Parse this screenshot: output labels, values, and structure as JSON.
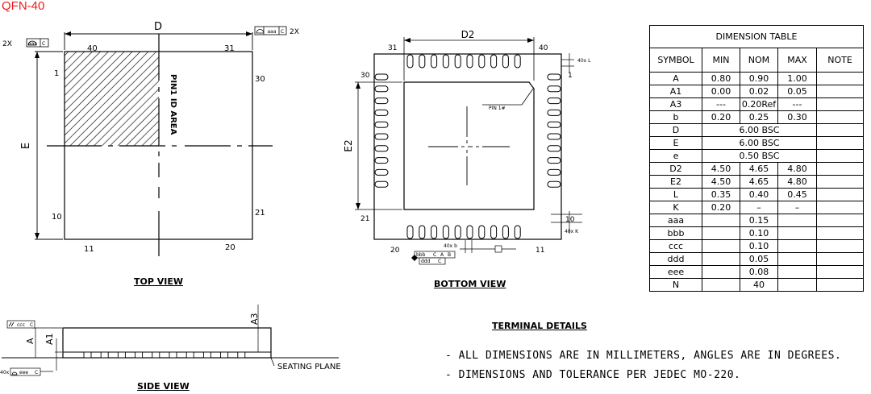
{
  "title": "QFN-40",
  "top_view": {
    "label": "TOP VIEW",
    "dim_d": "D",
    "dim_e": "E",
    "pin_id_area": "PIN1 ID AREA",
    "pins": {
      "p40": "40",
      "p31": "31",
      "p1": "1",
      "p30": "30",
      "p10": "10",
      "p21": "21",
      "p11": "11",
      "p20": "20"
    },
    "callout_left_count": "2X",
    "callout_left_tol": "aaa",
    "callout_left_ref": "C",
    "callout_right_count": "2X",
    "callout_right_tol": "aaa",
    "callout_right_ref": "C"
  },
  "bottom_view": {
    "label": "BOTTOM VIEW",
    "dim_d2": "D2",
    "dim_e2": "E2",
    "pin1": "PIN 1#",
    "pins": {
      "p31": "31",
      "p40": "40",
      "p30": "30",
      "p1": "1",
      "p21": "21",
      "p10": "10",
      "p20": "20",
      "p11": "11"
    },
    "l_callout": "40x L",
    "k_callout": "40x K",
    "b_callout": "40x b",
    "fcf_row1": [
      "bbb",
      "C",
      "A",
      "B"
    ],
    "fcf_row2": [
      "ddd",
      "C"
    ]
  },
  "side_view": {
    "label": "SIDE VIEW",
    "dim_a": "A",
    "dim_a1": "A1",
    "dim_a3": "A3",
    "seating_plane": "SEATING PLANE",
    "fcf_ccc": [
      "ccc",
      "C"
    ],
    "fcf_eee_count": "40x",
    "fcf_eee": [
      "eee",
      "C"
    ]
  },
  "dimension_table": {
    "caption": "DIMENSION TABLE",
    "headers": [
      "SYMBOL",
      "MIN",
      "NOM",
      "MAX",
      "NOTE"
    ],
    "rows": [
      {
        "symbol": "A",
        "min": "0.80",
        "nom": "0.90",
        "max": "1.00",
        "note": ""
      },
      {
        "symbol": "A1",
        "min": "0.00",
        "nom": "0.02",
        "max": "0.05",
        "note": ""
      },
      {
        "symbol": "A3",
        "min": "---",
        "nom": "0.20Ref",
        "max": "---",
        "note": ""
      },
      {
        "symbol": "b",
        "min": "0.20",
        "nom": "0.25",
        "max": "0.30",
        "note": ""
      },
      {
        "symbol": "D",
        "span": "6.00  BSC",
        "note": ""
      },
      {
        "symbol": "E",
        "span": "6.00  BSC",
        "note": ""
      },
      {
        "symbol": "e",
        "span": "0.50  BSC",
        "note": ""
      },
      {
        "symbol": "D2",
        "min": "4.50",
        "nom": "4.65",
        "max": "4.80",
        "note": ""
      },
      {
        "symbol": "E2",
        "min": "4.50",
        "nom": "4.65",
        "max": "4.80",
        "note": ""
      },
      {
        "symbol": "L",
        "min": "0.35",
        "nom": "0.40",
        "max": "0.45",
        "note": ""
      },
      {
        "symbol": "K",
        "min": "0.20",
        "nom": "–",
        "max": "–",
        "note": ""
      },
      {
        "symbol": "aaa",
        "min": "",
        "nom": "0.15",
        "max": "",
        "note": ""
      },
      {
        "symbol": "bbb",
        "min": "",
        "nom": "0.10",
        "max": "",
        "note": ""
      },
      {
        "symbol": "ccc",
        "min": "",
        "nom": "0.10",
        "max": "",
        "note": ""
      },
      {
        "symbol": "ddd",
        "min": "",
        "nom": "0.05",
        "max": "",
        "note": ""
      },
      {
        "symbol": "eee",
        "min": "",
        "nom": "0.08",
        "max": "",
        "note": ""
      },
      {
        "symbol": "N",
        "min": "",
        "nom": "40",
        "max": "",
        "note": ""
      }
    ]
  },
  "terminal_details": {
    "heading": "TERMINAL DETAILS",
    "notes": [
      "-  ALL DIMENSIONS ARE IN MILLIMETERS, ANGLES ARE IN DEGREES.",
      "-  DIMENSIONS AND TOLERANCE PER JEDEC MO-220."
    ]
  }
}
